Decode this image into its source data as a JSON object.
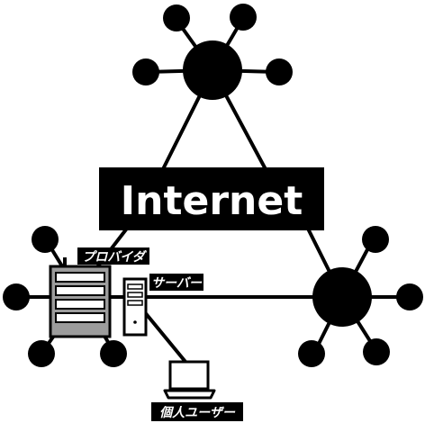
{
  "diagram": {
    "internet_label": "Internet",
    "provider_label": "プロバイダ",
    "server_label": "サーバー",
    "user_label": "個人ユーザー"
  },
  "colors": {
    "foreground": "#000000",
    "background": "#ffffff",
    "server_body": "#b0b0b0",
    "laptop_screen": "#ffffff"
  }
}
